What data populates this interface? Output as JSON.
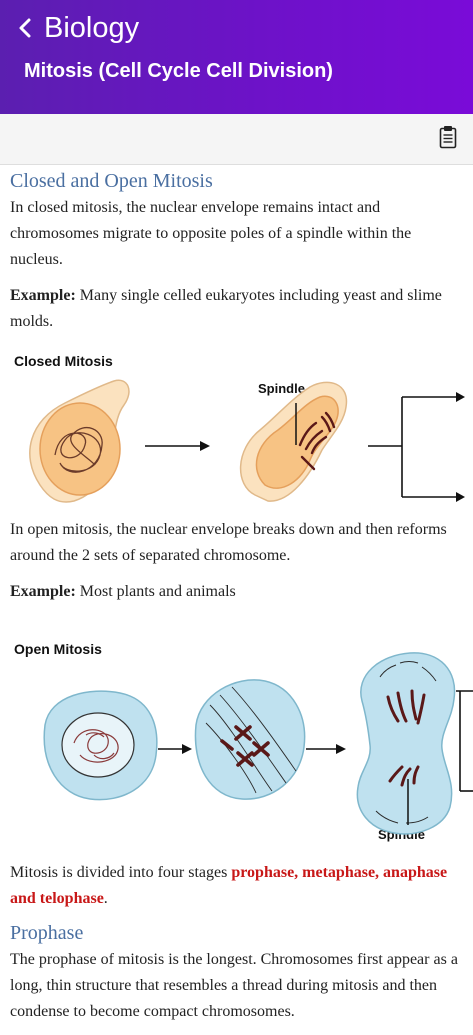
{
  "header": {
    "back_label": "Biology",
    "title": "Mitosis (Cell Cycle Cell Division)"
  },
  "toolbar": {
    "icon": "clipboard-icon"
  },
  "sections": {
    "closed": {
      "heading": "Closed and Open Mitosis",
      "para1": "In closed mitosis, the nuclear envelope remains intact and chromosomes migrate to opposite poles of a spindle within the nucleus.",
      "example_label": "Example:",
      "example_text": " Many single celled eukaryotes including yeast and slime molds.",
      "figure_title": "Closed Mitosis",
      "spindle_label": "Spindle"
    },
    "open": {
      "para1": "In open mitosis, the nuclear envelope breaks down and then reforms around the 2 sets of separated chromosome.",
      "example_label": "Example:",
      "example_text": " Most plants and animals",
      "figure_title": "Open Mitosis",
      "spindle_label": "Spindle"
    },
    "stages": {
      "intro": "Mitosis is divided into four stages ",
      "highlight": "prophase, metaphase, anaphase and telophase",
      "end": "."
    },
    "prophase": {
      "heading": "Prophase",
      "para": "The prophase of mitosis is the longest. Chromosomes first appear as a long, thin structure that resembles a thread during mitosis and then condense to become compact chromosomes."
    }
  },
  "colors": {
    "header_start": "#5b1fb0",
    "header_end": "#7a0bd8",
    "heading": "#4a6fa1",
    "highlight": "#c81818"
  }
}
